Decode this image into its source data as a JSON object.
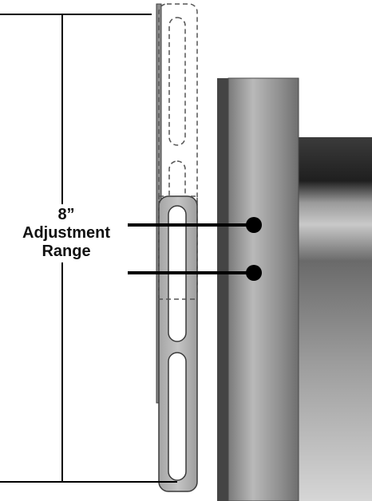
{
  "diagram": {
    "range_value": "8”",
    "range_line1": "Adjustment",
    "range_line2": "Range"
  },
  "colors": {
    "line": "#000000",
    "bracket_fill": "#b6b6b6",
    "bracket_stroke": "#3a3a3a",
    "ghost_stroke": "#555555",
    "screw": "#000000"
  }
}
